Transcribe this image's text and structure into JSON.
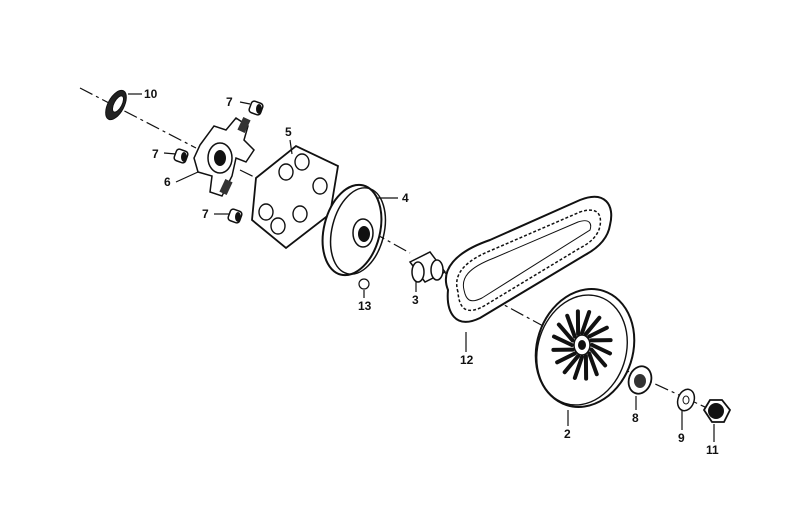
{
  "parts": [
    {
      "id": "p10",
      "label": "10",
      "name": "seal"
    },
    {
      "id": "p7a",
      "label": "7",
      "name": "roller"
    },
    {
      "id": "p7b",
      "label": "7",
      "name": "roller"
    },
    {
      "id": "p7c",
      "label": "7",
      "name": "roller"
    },
    {
      "id": "p6",
      "label": "6",
      "name": "ramp-plate"
    },
    {
      "id": "p5",
      "label": "5",
      "name": "weight-plate"
    },
    {
      "id": "p4",
      "label": "4",
      "name": "movable-drive-face"
    },
    {
      "id": "p13",
      "label": "13",
      "name": "circlip"
    },
    {
      "id": "p3",
      "label": "3",
      "name": "bushing"
    },
    {
      "id": "p12",
      "label": "12",
      "name": "drive-belt"
    },
    {
      "id": "p2",
      "label": "2",
      "name": "drive-face"
    },
    {
      "id": "p8",
      "label": "8",
      "name": "washer-spline"
    },
    {
      "id": "p9",
      "label": "9",
      "name": "washer"
    },
    {
      "id": "p11",
      "label": "11",
      "name": "nut"
    }
  ]
}
